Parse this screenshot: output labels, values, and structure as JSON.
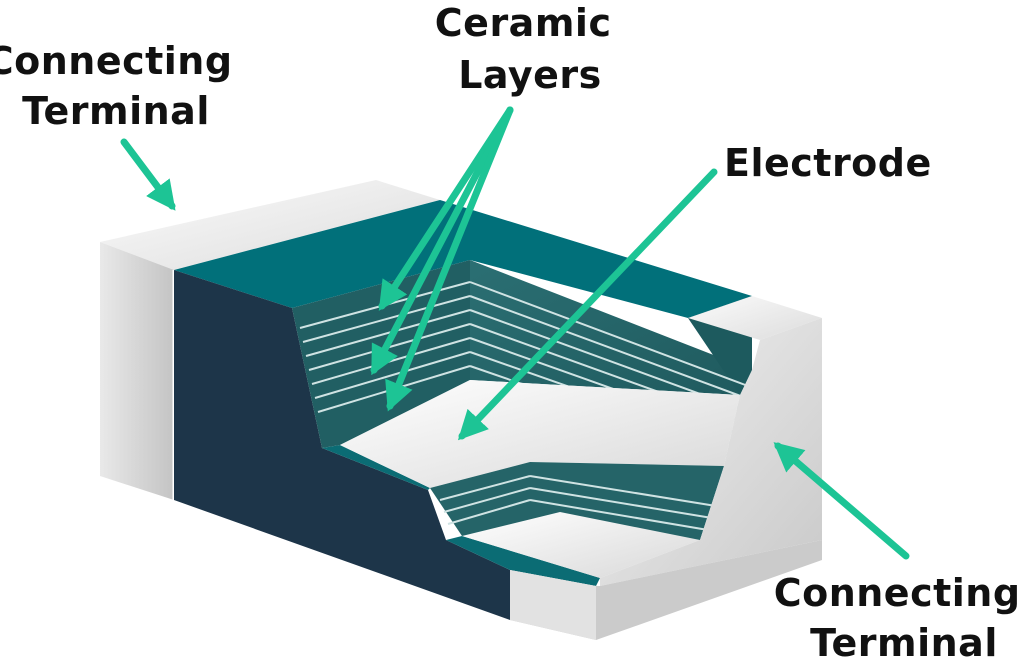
{
  "labels": {
    "terminal_top_left": [
      "Connecting",
      "Terminal"
    ],
    "ceramic_layers": [
      "Ceramic",
      "Layers"
    ],
    "electrode": "Electrode",
    "terminal_bottom_right": [
      "Connecting",
      "Terminal"
    ]
  },
  "colors": {
    "arrow": "#1dc495",
    "teal_top": "#01707a",
    "navy_side": "#1d3549",
    "layer_wall": "#256468",
    "terminal_light": "#f0f0f0",
    "terminal_mid": "#d3d3d3",
    "electrode_white": "#f4f4f4"
  }
}
